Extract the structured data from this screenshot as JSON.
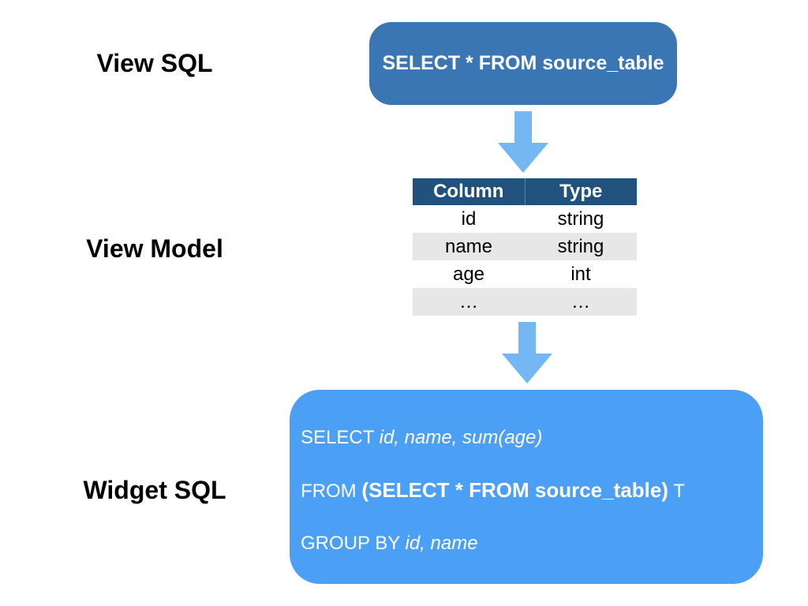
{
  "colors": {
    "view_sql_box": "#3B76B4",
    "arrow": "#74B7F2",
    "table_header": "#21517D",
    "table_row_alt": "#E7E7E7",
    "widget_sql_box": "#4B9FF4",
    "label_text": "#000000",
    "box_text": "#FFFFFF"
  },
  "view_sql": {
    "label": "View SQL",
    "box_text": "SELECT * FROM source_table"
  },
  "view_model": {
    "label": "View Model",
    "table": {
      "headers": [
        "Column",
        "Type"
      ],
      "rows": [
        [
          "id",
          "string"
        ],
        [
          "name",
          "string"
        ],
        [
          "age",
          "int"
        ],
        [
          "…",
          "…"
        ]
      ]
    }
  },
  "widget_sql": {
    "label": "Widget SQL",
    "lines": [
      {
        "segments": [
          {
            "text": "SELECT ",
            "style": "regular"
          },
          {
            "text": "id, name, sum(age)",
            "style": "italic"
          }
        ]
      },
      {
        "segments": [
          {
            "text": "FROM ",
            "style": "regular"
          },
          {
            "text": "(SELECT * FROM source_table)",
            "style": "bold"
          },
          {
            "text": " T",
            "style": "regular"
          }
        ]
      },
      {
        "segments": [
          {
            "text": "GROUP BY ",
            "style": "regular"
          },
          {
            "text": "id, name",
            "style": "italic"
          }
        ]
      }
    ]
  },
  "icons": {
    "arrow_top": "down-arrow-icon",
    "arrow_bottom": "down-arrow-icon"
  }
}
